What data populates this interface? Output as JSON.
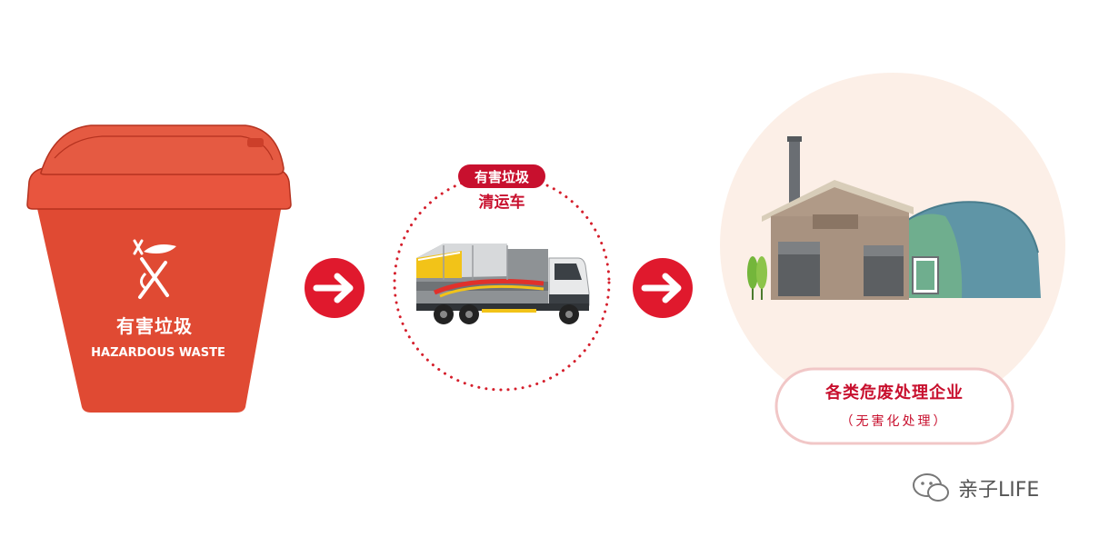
{
  "bin": {
    "label_cn": "有害垃圾",
    "label_en": "HAZARDOUS WASTE",
    "color": "#e04a33",
    "icon": "hazardous-waste-icon"
  },
  "arrows": [
    {
      "icon": "arrow-right-icon",
      "color": "#e0192d"
    },
    {
      "icon": "arrow-right-icon",
      "color": "#e0192d"
    }
  ],
  "truck": {
    "badge": "有害垃圾",
    "label": "清运车",
    "accent": "#c8102e"
  },
  "facility": {
    "title": "各类危废处理企业",
    "subtitle": "（无害化处理）",
    "circle_color": "#fcefe7"
  },
  "watermark": {
    "icon": "wechat-icon",
    "text": "亲子LIFE"
  }
}
